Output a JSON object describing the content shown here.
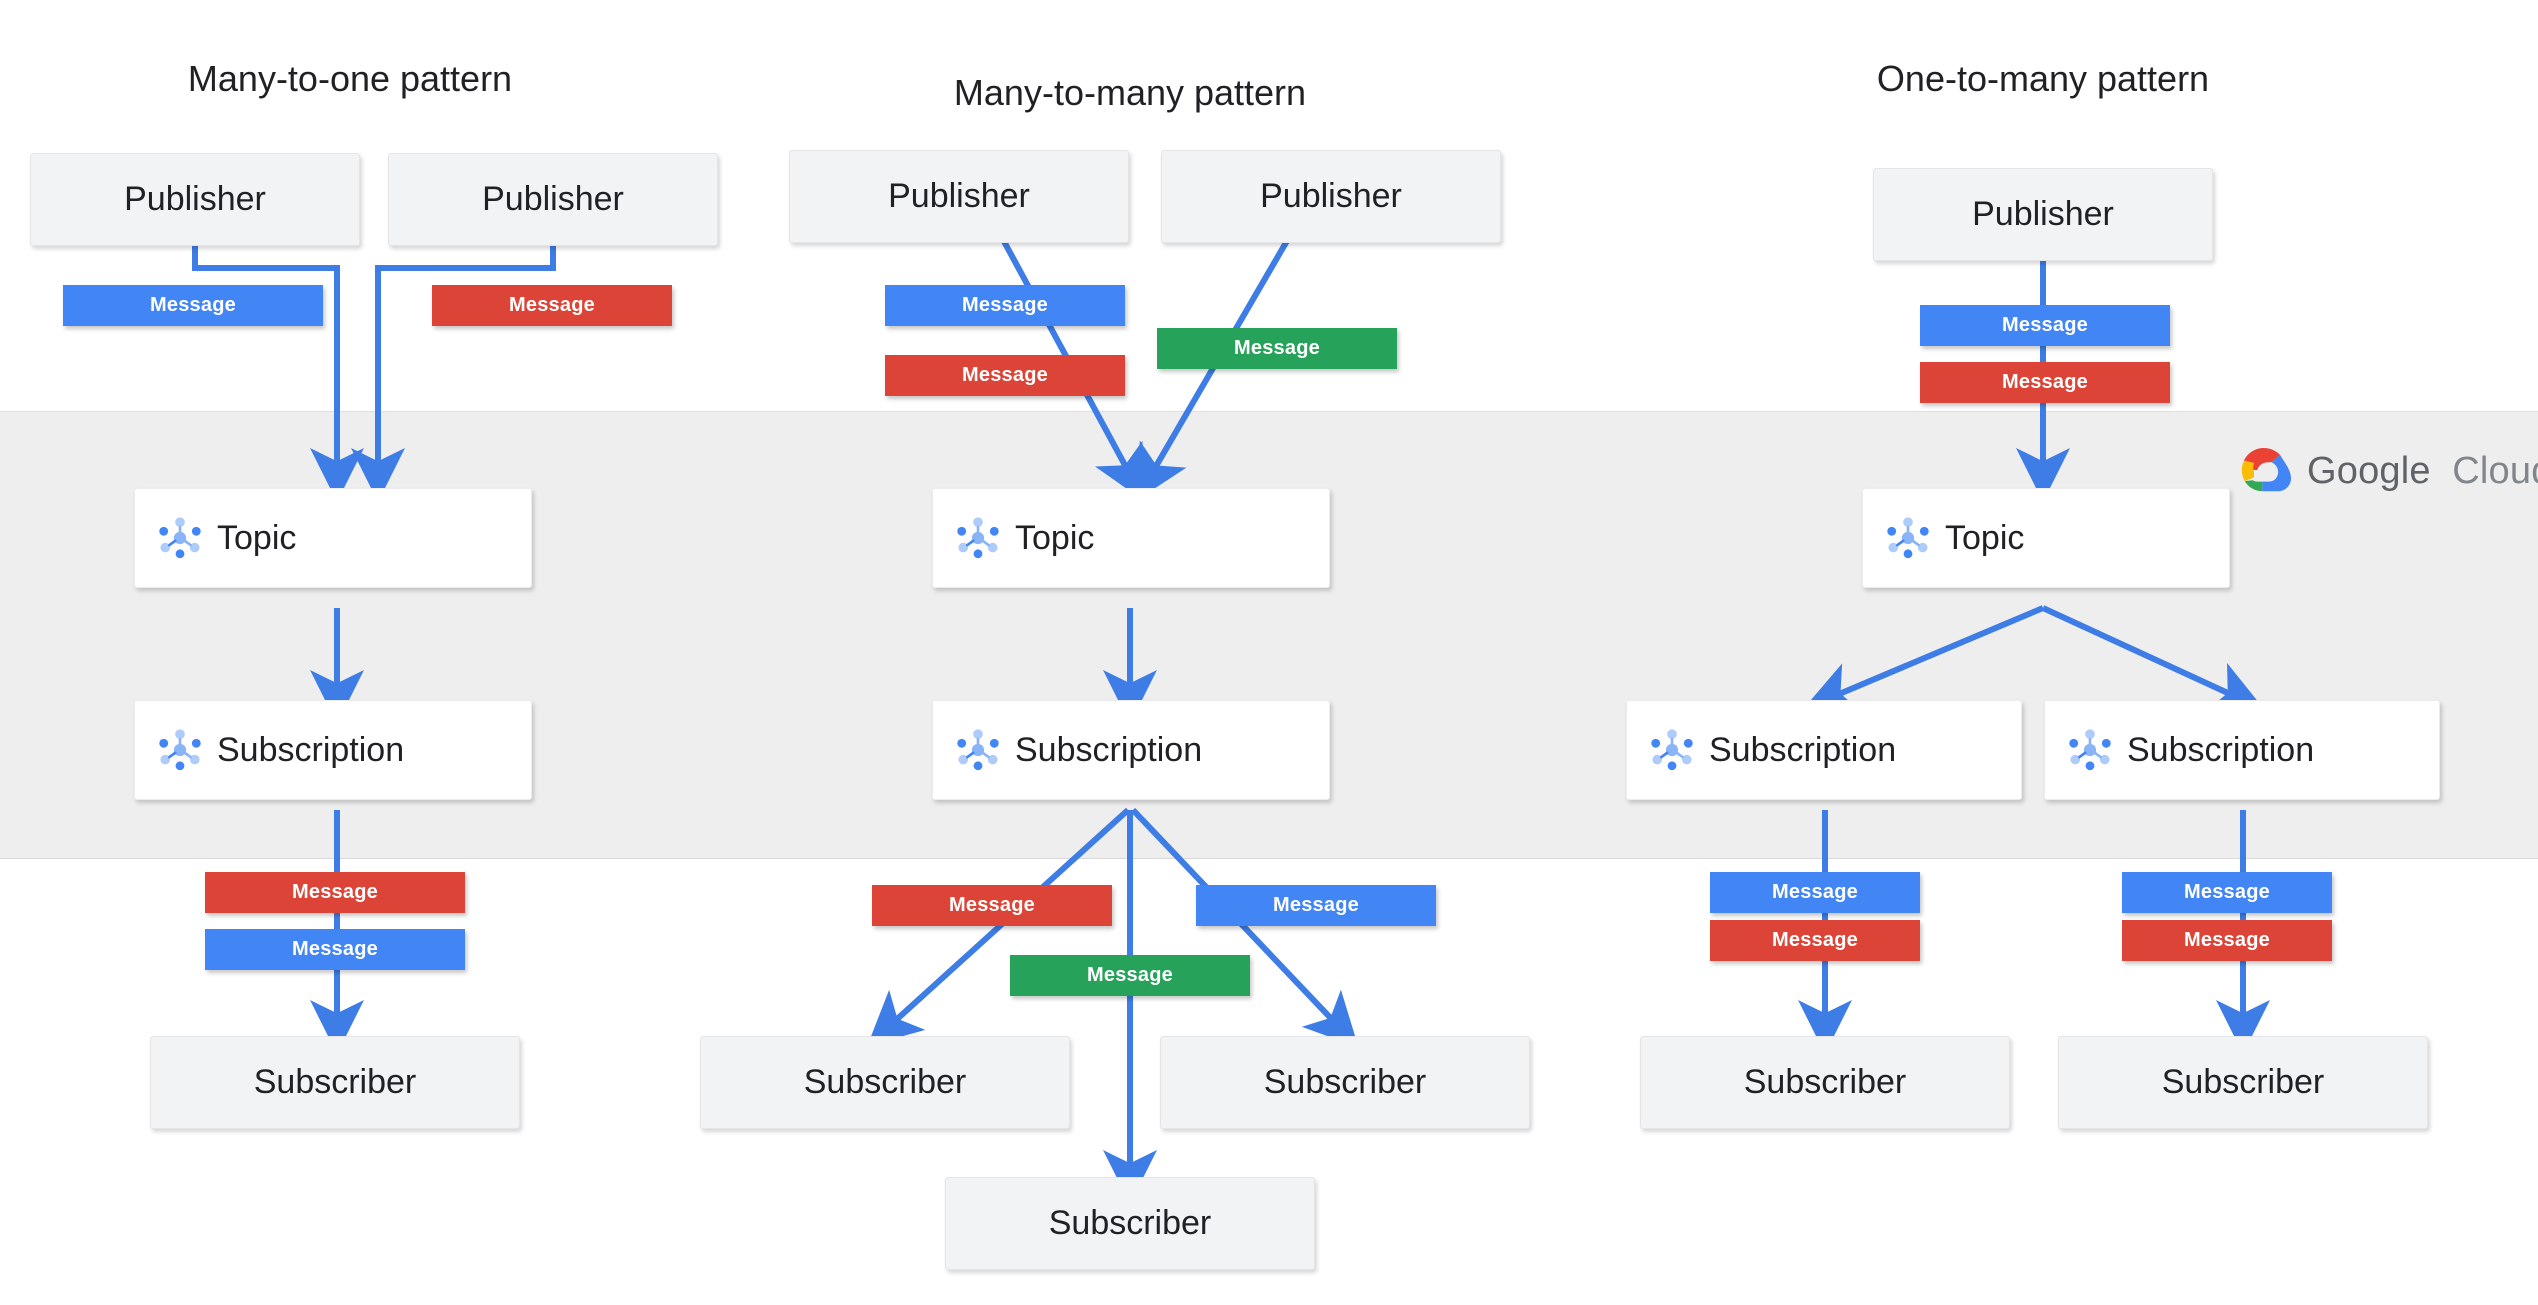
{
  "diagram": {
    "title_google_cloud": "Google Cloud",
    "cloud_word_1": "Google",
    "cloud_word_2": "Cloud",
    "band_label": "google-cloud-region",
    "colors": {
      "blue": "#4285f4",
      "red": "#db4437",
      "green": "#27a25b",
      "band": "#eeeeee",
      "node_gray": "#f1f3f4",
      "node_white": "#ffffff",
      "text": "#202124",
      "arrow": "#3d7de5"
    },
    "columns": [
      {
        "id": "many-to-one",
        "title": "Many-to-one pattern",
        "publishers": [
          {
            "label": "Publisher"
          },
          {
            "label": "Publisher"
          }
        ],
        "publish_messages": [
          {
            "label": "Message",
            "color": "blue"
          },
          {
            "label": "Message",
            "color": "red"
          }
        ],
        "topics": [
          {
            "label": "Topic",
            "icon": "pubsub-topic-icon"
          }
        ],
        "subscriptions": [
          {
            "label": "Subscription",
            "icon": "pubsub-subscription-icon"
          }
        ],
        "deliver_messages": [
          {
            "label": "Message",
            "color": "red"
          },
          {
            "label": "Message",
            "color": "blue"
          }
        ],
        "subscribers": [
          {
            "label": "Subscriber"
          }
        ]
      },
      {
        "id": "many-to-many",
        "title": "Many-to-many  pattern",
        "publishers": [
          {
            "label": "Publisher"
          },
          {
            "label": "Publisher"
          }
        ],
        "publish_messages": [
          {
            "label": "Message",
            "color": "blue"
          },
          {
            "label": "Message",
            "color": "red"
          },
          {
            "label": "Message",
            "color": "green"
          }
        ],
        "topics": [
          {
            "label": "Topic",
            "icon": "pubsub-topic-icon"
          }
        ],
        "subscriptions": [
          {
            "label": "Subscription",
            "icon": "pubsub-subscription-icon"
          }
        ],
        "deliver_messages": [
          {
            "label": "Message",
            "color": "red"
          },
          {
            "label": "Message",
            "color": "blue"
          },
          {
            "label": "Message",
            "color": "green"
          }
        ],
        "subscribers": [
          {
            "label": "Subscriber"
          },
          {
            "label": "Subscriber"
          },
          {
            "label": "Subscriber"
          }
        ]
      },
      {
        "id": "one-to-many",
        "title": "One-to-many pattern",
        "publishers": [
          {
            "label": "Publisher"
          }
        ],
        "publish_messages": [
          {
            "label": "Message",
            "color": "blue"
          },
          {
            "label": "Message",
            "color": "red"
          }
        ],
        "topics": [
          {
            "label": "Topic",
            "icon": "pubsub-topic-icon"
          }
        ],
        "subscriptions": [
          {
            "label": "Subscription",
            "icon": "pubsub-subscription-icon"
          },
          {
            "label": "Subscription",
            "icon": "pubsub-subscription-icon"
          }
        ],
        "deliver_messages": [
          {
            "label": "Message",
            "color": "blue"
          },
          {
            "label": "Message",
            "color": "red"
          },
          {
            "label": "Message",
            "color": "blue"
          },
          {
            "label": "Message",
            "color": "red"
          }
        ],
        "subscribers": [
          {
            "label": "Subscriber"
          },
          {
            "label": "Subscriber"
          }
        ]
      }
    ]
  }
}
